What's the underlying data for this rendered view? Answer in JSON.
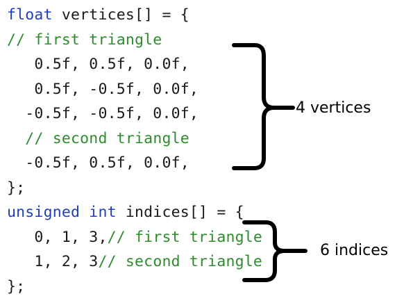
{
  "code_lines": [
    [
      {
        "c": "kw",
        "t": "float"
      },
      {
        "c": "tx",
        "t": " vertices[] = {"
      }
    ],
    [
      {
        "c": "cm",
        "t": "// first triangle"
      }
    ],
    [
      {
        "c": "tx",
        "t": "   0.5f, 0.5f, 0.0f,"
      }
    ],
    [
      {
        "c": "tx",
        "t": "   0.5f, -0.5f, 0.0f,"
      }
    ],
    [
      {
        "c": "tx",
        "t": "  -0.5f, -0.5f, 0.0f,"
      }
    ],
    [
      {
        "c": "tx",
        "t": "  "
      },
      {
        "c": "cm",
        "t": "// second triangle"
      }
    ],
    [
      {
        "c": "tx",
        "t": "  -0.5f, 0.5f, 0.0f,"
      }
    ],
    [
      {
        "c": "tx",
        "t": "};"
      }
    ],
    [
      {
        "c": "kw",
        "t": "unsigned int"
      },
      {
        "c": "tx",
        "t": " indices[] = {"
      }
    ],
    [
      {
        "c": "tx",
        "t": "   0, 1, 3,"
      },
      {
        "c": "cm",
        "t": "// first triangle"
      }
    ],
    [
      {
        "c": "tx",
        "t": "   1, 2, 3"
      },
      {
        "c": "cm",
        "t": "// second triangle"
      }
    ],
    [
      {
        "c": "tx",
        "t": "};"
      }
    ]
  ],
  "annotations": {
    "vertices_label": "4 vertices",
    "indices_label": "6 indices"
  },
  "colors": {
    "keyword": "#1f3fbf",
    "comment": "#2e8b2e",
    "text": "#1a1a1a",
    "brace": "#000000"
  }
}
